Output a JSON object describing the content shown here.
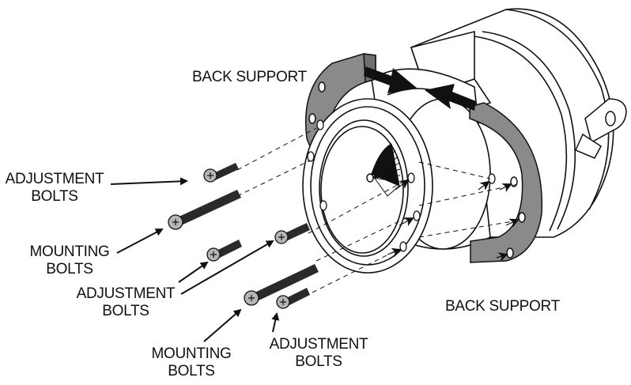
{
  "diagram": {
    "type": "exploded-assembly",
    "labels": {
      "back_support_top": "BACK SUPPORT",
      "back_support_bottom": "BACK SUPPORT",
      "adjustment_bolts_1": {
        "line1": "ADJUSTMENT",
        "line2": "BOLTS"
      },
      "mounting_bolts_1": {
        "line1": "MOUNTING",
        "line2": "BOLTS"
      },
      "adjustment_bolts_2": {
        "line1": "ADJUSTMENT",
        "line2": "BOLTS"
      },
      "mounting_bolts_2": {
        "line1": "MOUNTING",
        "line2": "BOLTS"
      },
      "adjustment_bolts_3": {
        "line1": "ADJUSTMENT",
        "line2": "BOLTS"
      }
    },
    "colors": {
      "line": "#111111",
      "support_fill": "#8a8a8a",
      "bolt_head_fill": "#b5b5b5",
      "bolt_thread": "#2a2a2a",
      "body_fill": "#ffffff",
      "inner_shade": "#e2e2e2"
    }
  }
}
